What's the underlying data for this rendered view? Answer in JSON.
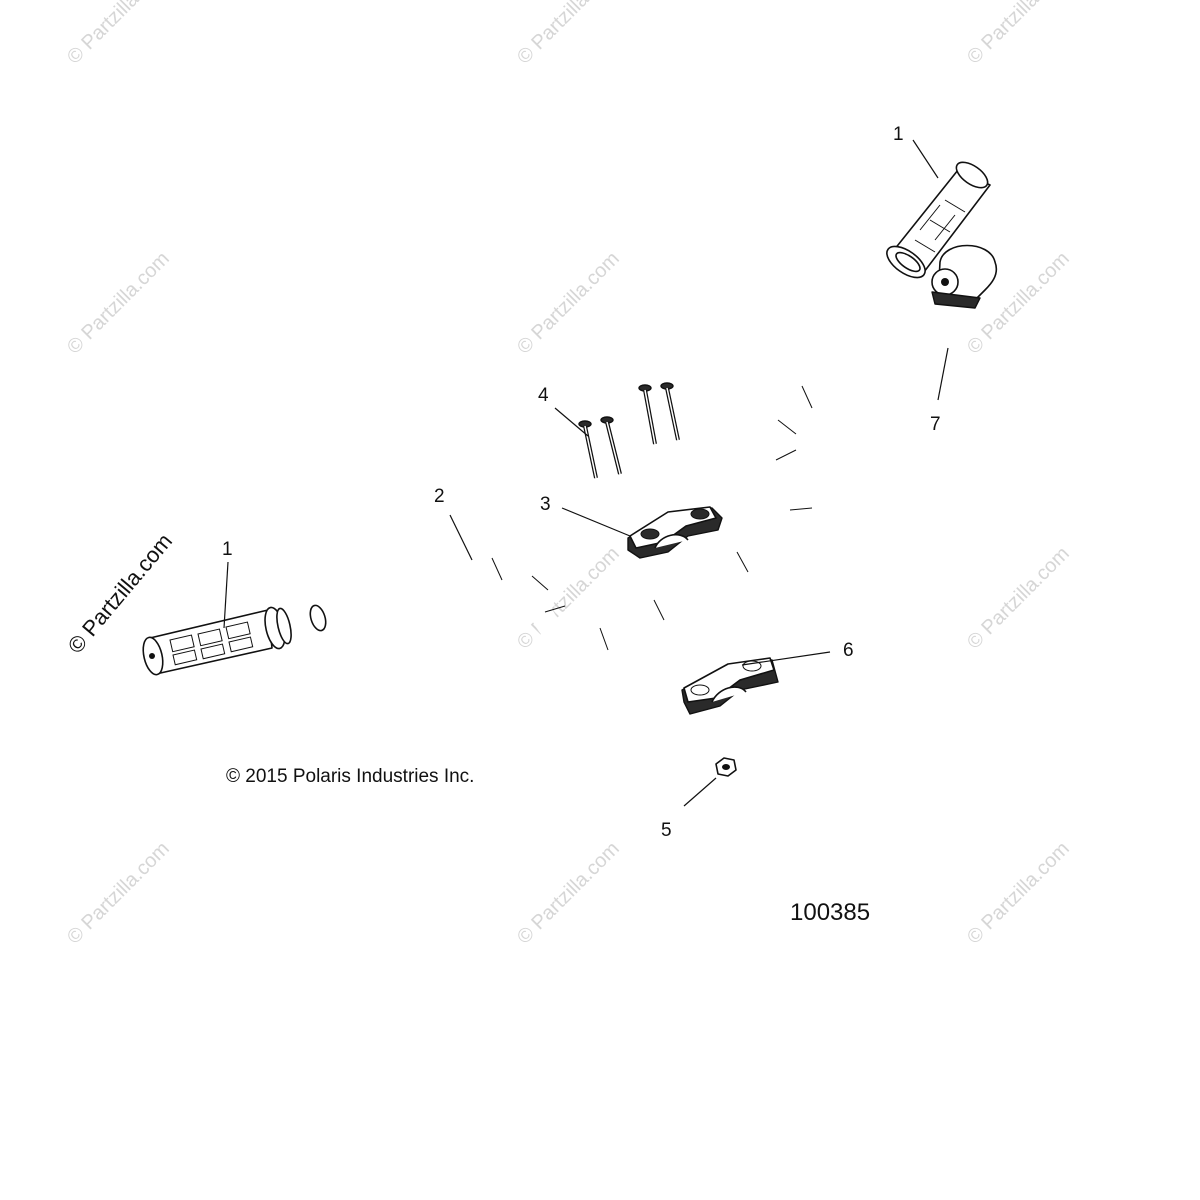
{
  "watermark": {
    "text": "© Partzilla.com"
  },
  "copyright": {
    "text": "© 2015 Polaris Industries Inc."
  },
  "diagram_number": {
    "text": "100385"
  },
  "callouts": {
    "c1_right": "1",
    "c1_left": "1",
    "c2": "2",
    "c3": "3",
    "c4": "4",
    "c5": "5",
    "c6": "6",
    "c7": "7"
  }
}
